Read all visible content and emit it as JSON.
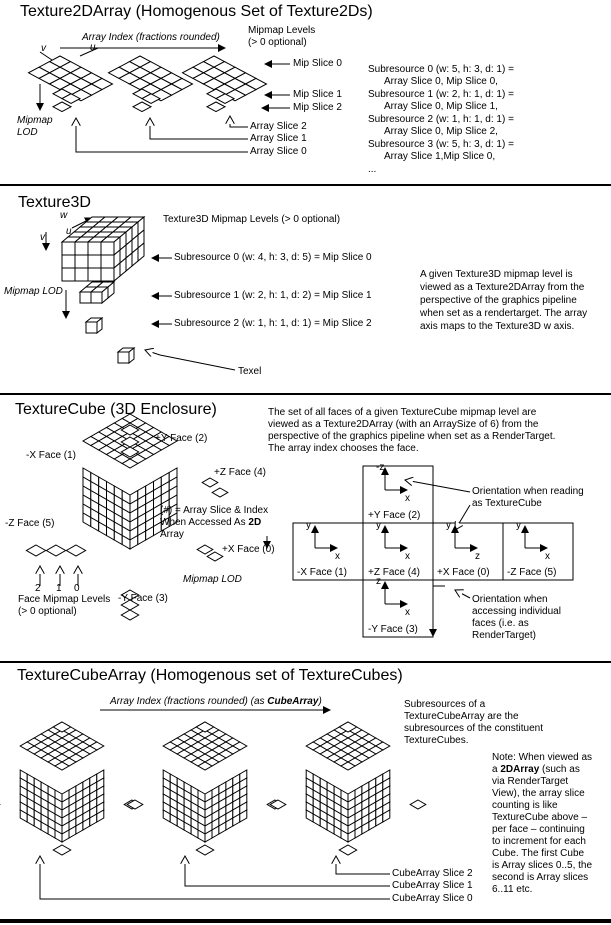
{
  "section1": {
    "title": "Texture2DArray (Homogenous Set of Texture2Ds)",
    "array_index": "Array Index (fractions rounded)",
    "mip_levels_1": "Mipmap Levels",
    "mip_levels_2": "(> 0 optional)",
    "v": "v",
    "u": "u",
    "mip_lod_1": "Mipmap",
    "mip_lod_2": "LOD",
    "mip_slice_0": "Mip Slice 0",
    "mip_slice_1": "Mip Slice 1",
    "mip_slice_2": "Mip Slice 2",
    "array_slice_2": "Array Slice 2",
    "array_slice_1": "Array Slice 1",
    "array_slice_0": "Array Slice 0",
    "sub_lines": [
      "Subresource 0 (w: 5, h: 3, d: 1) =",
      "Array Slice 0, Mip Slice 0,",
      "Subresource 1 (w: 2, h: 1, d: 1) =",
      "Array Slice 0, Mip Slice 1,",
      "Subresource 2 (w: 1, h: 1, d: 1) =",
      "Array Slice 0, Mip Slice 2,",
      "Subresource 3 (w: 5, h: 3, d: 1) =",
      "Array Slice 1,Mip Slice 0,",
      "..."
    ]
  },
  "section2": {
    "title": "Texture3D",
    "w": "w",
    "v": "v",
    "u": "u",
    "mip_levels": "Texture3D Mipmap Levels (> 0 optional)",
    "mip_lod": "Mipmap LOD",
    "sub0": "Subresource 0 (w: 4, h: 3, d: 5) = Mip Slice 0",
    "sub1": "Subresource 1 (w: 2, h: 1, d: 2) = Mip Slice 1",
    "sub2": "Subresource 2 (w: 1, h: 1, d: 1) = Mip Slice 2",
    "texel": "Texel",
    "note": [
      "A given Texture3D mipmap level is",
      "viewed as a Texture2DArray from the",
      "perspective of the graphics pipeline",
      "when set as a rendertarget.  The array",
      "axis maps to the Texture3D w axis."
    ]
  },
  "section3": {
    "title": "TextureCube (3D Enclosure)",
    "desc": [
      "The set of all faces of a given TextureCube mipmap level are",
      "viewed as a Texture2DArray (with an ArraySize of 6) from the",
      "perspective of the graphics pipeline when set as a RenderTarget.",
      "The array index chooses the face."
    ],
    "py": "+Y Face (2)",
    "nx": "-X Face (1)",
    "pz": "+Z Face (4)",
    "nz": "-Z Face (5)",
    "px": "+X Face (0)",
    "ny": "-Y Face (3)",
    "hash_1": "(#) = Array Slice & Index",
    "hash_2": "When Accessed As",
    "hash_2b": "2D",
    "hash_3": "Array",
    "mip_lod": "Mipmap LOD",
    "n2": "2",
    "n1": "1",
    "n0": "0",
    "face_mip_1": "Face Mipmap Levels",
    "face_mip_2": "(> 0 optional)",
    "grid": {
      "py": "+Y Face (2)",
      "nx": "-X Face (1)",
      "pz": "+Z Face (4)",
      "px": "+X Face (0)",
      "nz": "-Z Face (5)",
      "ny": "-Y Face (3)"
    },
    "axis_x": "x",
    "axis_y": "y",
    "axis_z": "z",
    "axis_nz": "-z",
    "orient_read_1": "Orientation when reading",
    "orient_read_2": "as TextureCube",
    "orient_acc": [
      "Orientation when",
      "accessing individual",
      "faces (i.e. as",
      "RenderTarget)"
    ]
  },
  "section4": {
    "title": "TextureCubeArray (Homogenous set of TextureCubes)",
    "array_index": "Array Index (fractions rounded) (as ",
    "array_index_b": "CubeArray",
    "array_index_end": ")",
    "sub_note": [
      "Subresources of a",
      "TextureCubeArray are the",
      "subresources of the constituent",
      "TextureCubes."
    ],
    "note_1": "Note: When viewed as",
    "note_2a": "a ",
    "note_2b": "2DArray",
    "note_2c": " (such as",
    "note_rest": [
      "via RenderTarget",
      "View), the array slice",
      "counting is like",
      "TextureCube above –",
      "per face – continuing",
      "to increment for each",
      "Cube.  The first Cube",
      "is Array slices 0..5, the",
      "second is Array slices",
      "6..11 etc."
    ],
    "slice2": "CubeArray Slice 2",
    "slice1": "CubeArray Slice 1",
    "slice0": "CubeArray Slice 0"
  }
}
